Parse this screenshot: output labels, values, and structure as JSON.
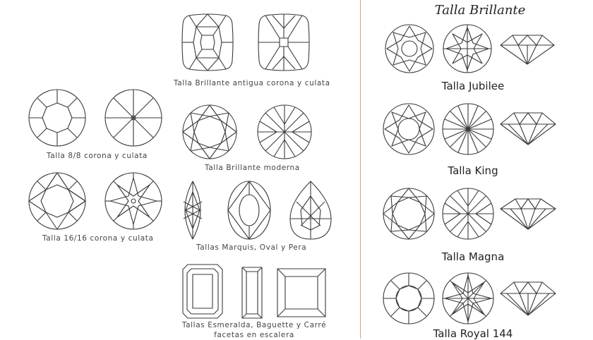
{
  "captions": {
    "antigua": "Talla Brillante antigua corona y culata",
    "c88": "Talla 8/8 corona y culata",
    "moderna": "Talla Brillante moderna",
    "c1616": "Talla 16/16 corona y culata",
    "mop": "Tallas Marquis, Oval y Pera",
    "escalera_1": "Tallas Esmeralda, Baguette y Carré",
    "escalera_2": "facetas en escalera"
  },
  "right_panel": {
    "title": "Talla Brillante",
    "jubilee": "Talla Jubilee",
    "king": "Talla King",
    "magna": "Talla Magna",
    "royal144": "Talla Royal 144"
  },
  "colors": {
    "line": "#3a3a3a",
    "divider": "#c9a58c"
  }
}
